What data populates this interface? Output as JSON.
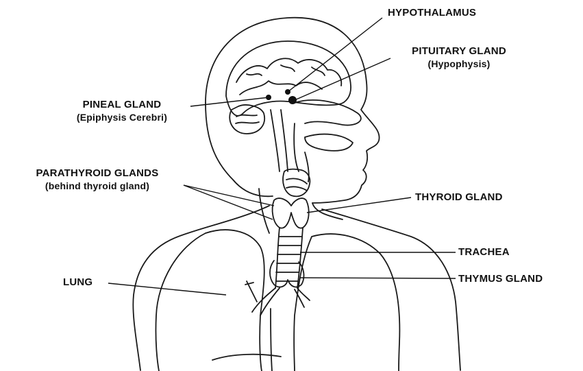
{
  "labels": {
    "hypothalamus": "HYPOTHALAMUS",
    "pituitary": "PITUITARY GLAND",
    "pituitary_alt": "(Hypophysis)",
    "pineal": "PINEAL GLAND",
    "pineal_alt": "(Epiphysis Cerebri)",
    "parathyroid": "PARATHYROID GLANDS",
    "parathyroid_note": "(behind thyroid gland)",
    "thyroid": "THYROID GLAND",
    "trachea": "TRACHEA",
    "thymus": "THYMUS GLAND",
    "lung": "LUNG"
  }
}
